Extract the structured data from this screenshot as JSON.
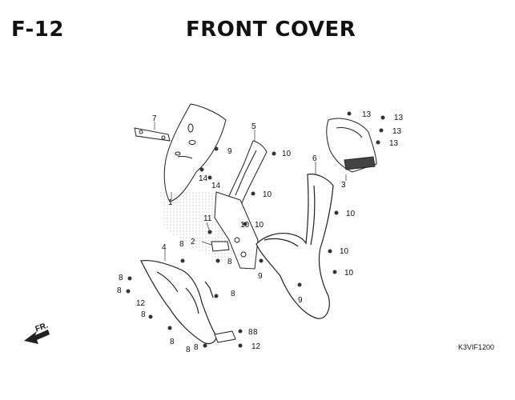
{
  "header": {
    "code": "F-12",
    "title": "FRONT COVER"
  },
  "reference_code": "K3VIF1200",
  "direction_label": "FR.",
  "callouts": [
    "1",
    "2",
    "3",
    "4",
    "5",
    "6",
    "7",
    "8",
    "8",
    "8",
    "8",
    "8",
    "8",
    "8",
    "8",
    "8",
    "8",
    "8",
    "9",
    "9",
    "9",
    "10",
    "10",
    "10",
    "10",
    "10",
    "10",
    "10",
    "11",
    "12",
    "12",
    "13",
    "13",
    "13",
    "13",
    "14",
    "14"
  ]
}
